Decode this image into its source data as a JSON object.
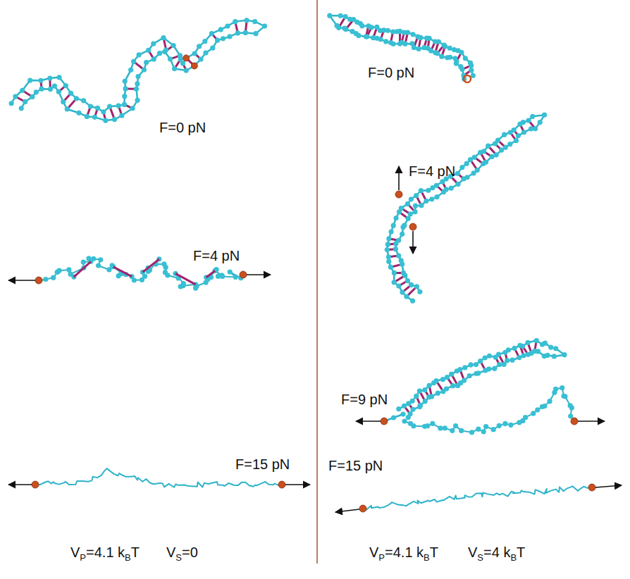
{
  "diagram": {
    "labels": [
      "F=0 pN",
      "F=4 pN",
      "F=15 pN",
      "F=0 pN",
      "F=4 pN",
      "F=9 pN",
      "F=15 pN",
      "V",
      "P",
      "=4.1 k",
      "B",
      "T",
      "V",
      "S",
      "=0",
      "V",
      "P",
      "=4.1 k",
      "B",
      "T",
      "V",
      "S",
      "=4 k",
      "B",
      "T"
    ]
  }
}
